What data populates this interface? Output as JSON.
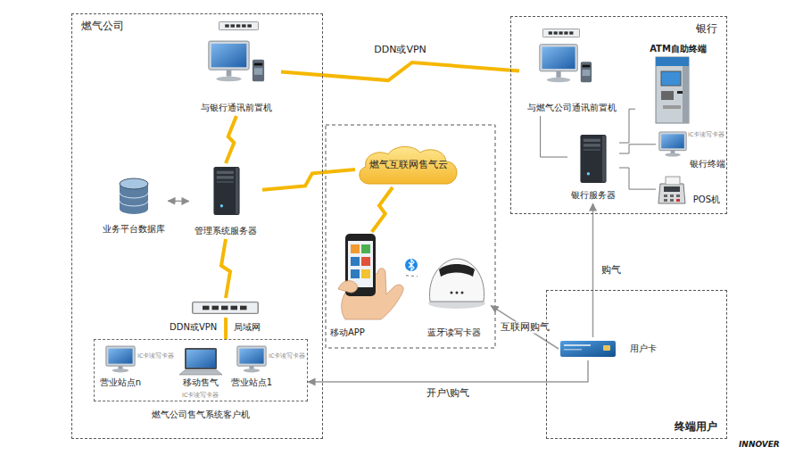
{
  "diagram": {
    "nodes": [
      {
        "text": [
          "燃气公司"
        ]
      },
      {
        "text": [
          "与银行通讯前置机"
        ],
        "in": 0
      },
      {
        "text": [
          "业务平台数据库"
        ],
        "in": 0
      },
      {
        "text": [
          "管理系统服务器"
        ],
        "in": 0
      },
      {
        "text": [
          "燃气公司售气系统客户机"
        ],
        "in": 0
      },
      {
        "text": [
          "营业站点n"
        ],
        "in": 4
      },
      {
        "text": [
          "移动售气"
        ],
        "in": 4
      },
      {
        "text": [
          "营业站点1"
        ],
        "in": 4
      },
      {
        "text": [
          "燃气互联网售气云"
        ]
      },
      {
        "text": [
          "移动APP"
        ]
      },
      {
        "text": [
          "蓝牙读写卡器"
        ]
      },
      {
        "text": [
          "银行"
        ]
      },
      {
        "text": [
          "与燃气公司通讯前置机"
        ],
        "in": 11
      },
      {
        "text": [
          "ATM自助终端"
        ],
        "in": 11
      },
      {
        "text": [
          "银行服务器"
        ],
        "in": 11
      },
      {
        "text": [
          "银行终端"
        ],
        "in": 11
      },
      {
        "text": [
          "POS机"
        ],
        "in": 11
      },
      {
        "text": [
          "终端用户"
        ]
      },
      {
        "text": [
          "用户卡"
        ],
        "in": 17
      }
    ],
    "edges": [
      {
        "from": 1,
        "to": 3,
        "arrow": "none"
      },
      {
        "from": 2,
        "to": 3,
        "arrow": "both"
      },
      {
        "from": 3,
        "to": 8,
        "arrow": "none"
      },
      {
        "from": 3,
        "to": 4,
        "arrow": "none"
      },
      {
        "from": 8,
        "to": 9,
        "arrow": "none"
      },
      {
        "from": 9,
        "to": 10,
        "arrow": "none"
      },
      {
        "from": 1,
        "to": 12,
        "label": "DDN或VPN",
        "arrow": "none"
      },
      {
        "from": 12,
        "to": 14,
        "arrow": "none"
      },
      {
        "from": 14,
        "to": 13,
        "arrow": "none"
      },
      {
        "from": 14,
        "to": 15,
        "arrow": "none"
      },
      {
        "from": 14,
        "to": 16,
        "arrow": "none"
      },
      {
        "from": 18,
        "to": 14,
        "label": "购气",
        "arrow": "to"
      },
      {
        "from": 18,
        "to": 10,
        "label": "互联网购气",
        "arrow": "to"
      },
      {
        "from": 18,
        "to": 4,
        "label": "开户\\购气",
        "arrow": "to"
      }
    ],
    "labels": [
      "DDN或VPN",
      "局域网",
      "IC卡读写卡器",
      "IC卡读写卡器",
      "IC卡读写卡器",
      "IC卡读写卡器",
      "INNOVER"
    ]
  }
}
